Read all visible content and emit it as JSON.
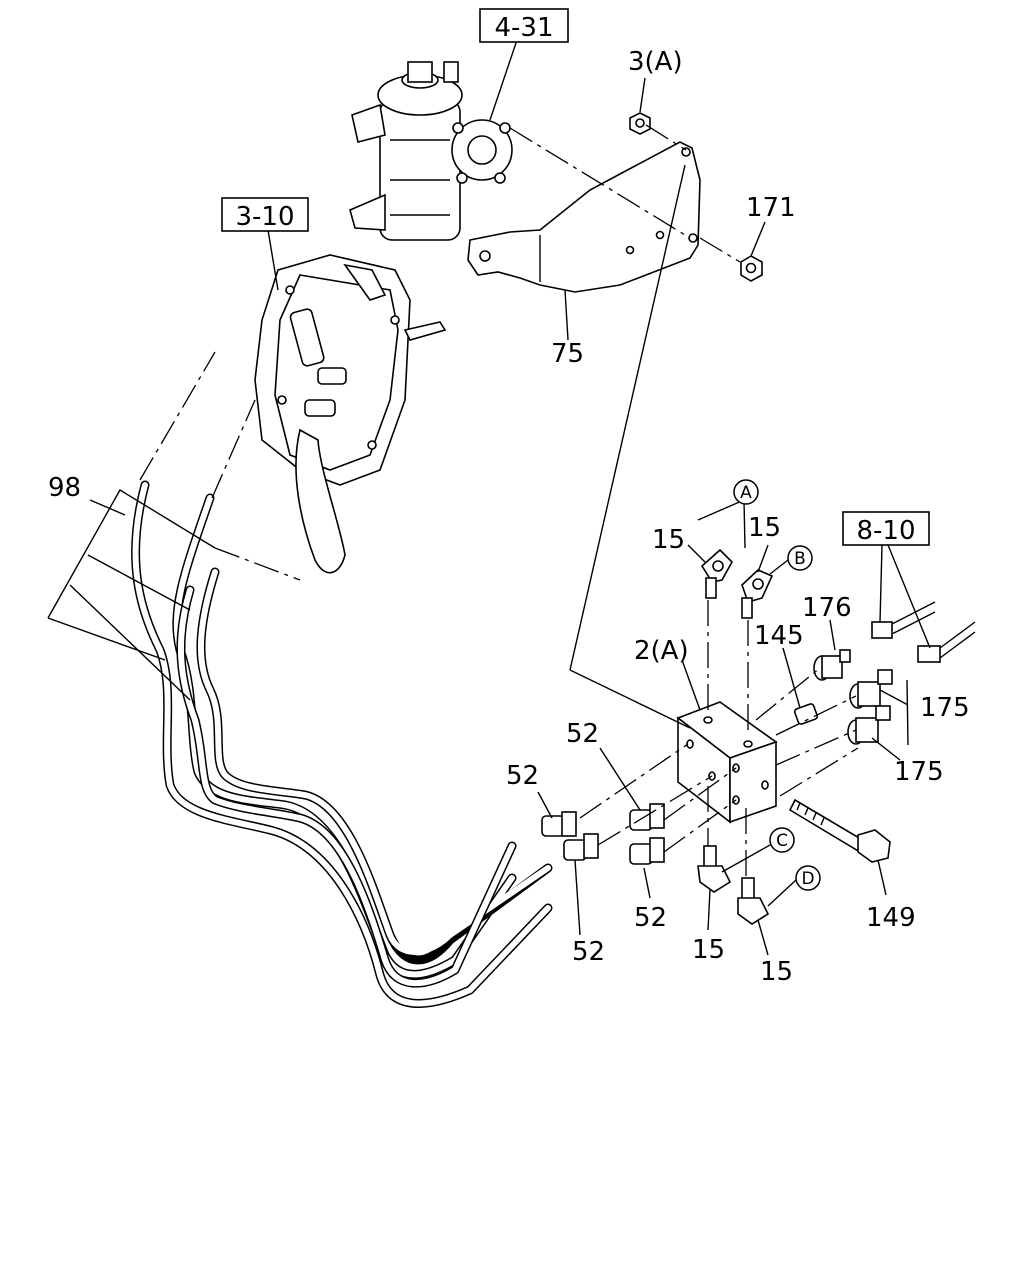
{
  "refs": {
    "r431": "4-31",
    "r310": "3-10",
    "r810": "8-10"
  },
  "labels": {
    "l3a": "3(A)",
    "l171": "171",
    "l75": "75",
    "l98": "98",
    "l15a": "15",
    "l15b": "15",
    "l2a": "2(A)",
    "l145": "145",
    "l176": "176",
    "l175a": "175",
    "l175b": "175",
    "l52a": "52",
    "l52b": "52",
    "l52c": "52",
    "l52d": "52",
    "l15c": "15",
    "l15d": "15",
    "l149": "149"
  },
  "callouts": {
    "a": "A",
    "b": "B",
    "c": "C",
    "d": "D"
  }
}
